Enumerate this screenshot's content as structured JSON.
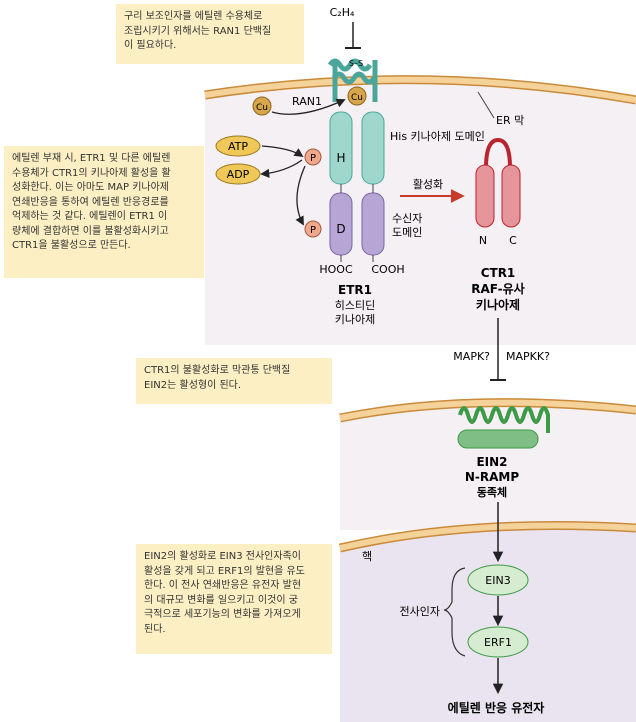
{
  "notes": {
    "copper": "구리 보조인자를 에틸렌 수용체로\n조립시키기 위해서는 RAN1 단백질\n이 필요하다.",
    "ctr1_inactivation": "에틸렌 부재 시, ETR1 및 다른 에틸렌\n수용체가 CTR1의 키나아제 활성을 활\n성화한다. 이는 아마도 MAP 키나아제\n연쇄반응을 통하여 에틸렌 반응경로를\n억제하는 것 같다. 에틸렌이 ETR1 이\n량체에 결합하면 이를 불활성화시키고\nCTR1을 불활성으로 만든다.",
    "ein2_active": "CTR1의 불활성화로 막관통 단백질\nEIN2는 활성형이 된다.",
    "ein3_activation": "EIN2의 활성화로 EIN3 전사인자족이\n활성을 갖게 되고 ERF1의 발현을 유도\n한다. 이 전사 연쇄반응은 유전자 발현\n의 대규모 변화를 일으키고 이것이 궁\n극적으로 세포기능의 변화를 가져오게\n된다."
  },
  "labels": {
    "ethylene": "C₂H₄",
    "disulfide": "S–S",
    "cu_free": "Cu",
    "cu_bound": "Cu",
    "ran1": "RAN1",
    "atp": "ATP",
    "adp": "ADP",
    "phospho": "P",
    "his_domain_letter": "H",
    "asp_domain_letter": "D",
    "his_kinase_domain": "His 키나아제 도메인",
    "er_membrane": "ER 막",
    "receiver_domain_1": "수신자",
    "receiver_domain_2": "도메인",
    "hooc": "HOOC",
    "cooh": "COOH",
    "etr1_name": "ETR1",
    "etr1_desc_1": "히스티딘",
    "etr1_desc_2": "키나아제",
    "activation": "활성화",
    "ctr1_n": "N",
    "ctr1_c": "C",
    "ctr1_name": "CTR1",
    "ctr1_desc_1": "RAF-유사",
    "ctr1_desc_2": "키나아제",
    "mapk": "MAPK?",
    "mapkk": "MAPKK?",
    "ein2_name": "EIN2",
    "ein2_desc_1": "N-RAMP",
    "ein2_desc_2": "동족체",
    "nucleus": "핵",
    "ein3": "EIN3",
    "transcription_factors": "전사인자",
    "erf1": "ERF1",
    "ethylene_response_genes": "에틸렌 반응 유전자"
  },
  "colors": {
    "note_bg": "#fcefc4",
    "membrane_fill": "#f4d29a",
    "membrane_edge": "#c98a3a",
    "cytoplasm": "#f5f0f3",
    "nucleus": "#e9e4ef",
    "etr1_his": "#9fd7cc",
    "etr1_receiver": "#b7a5d6",
    "ctr1": "#e6959a",
    "ein2": "#7fbf85",
    "tf": "#d6ecd0",
    "atp": "#f0c85a",
    "cu": "#d8a64a",
    "phospho": "#f0a98c",
    "arrow_red": "#c83a2a"
  }
}
